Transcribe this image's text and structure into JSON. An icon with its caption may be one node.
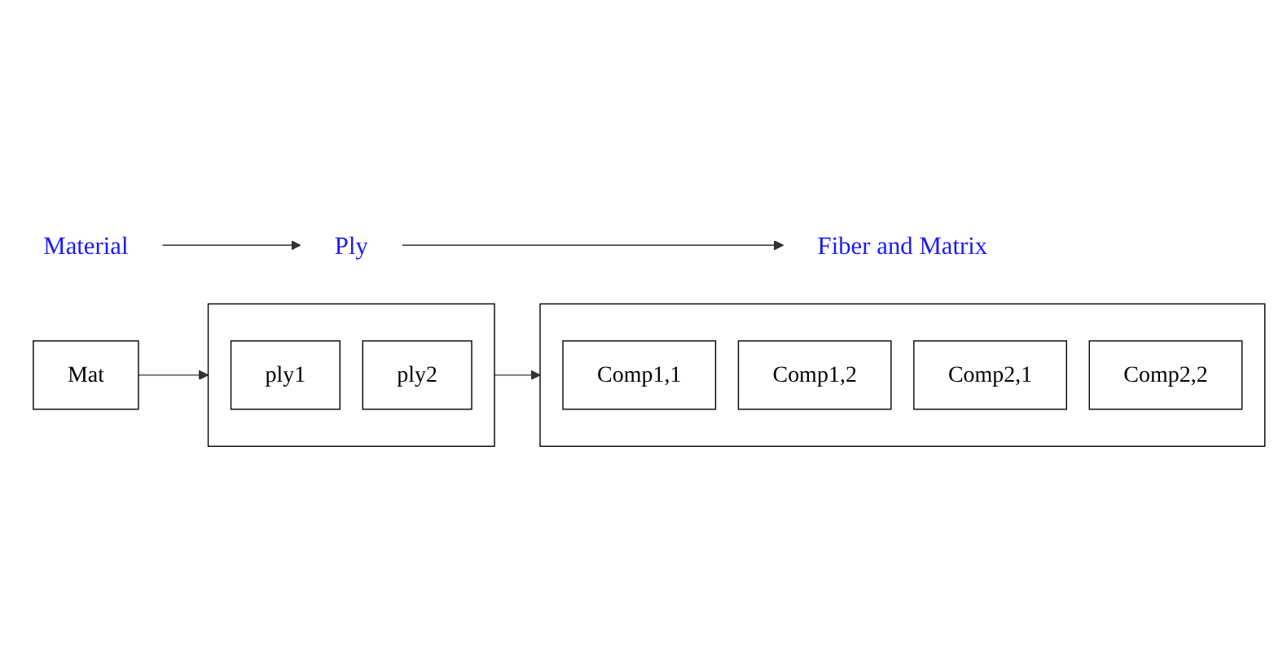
{
  "diagram": {
    "nodes": [
      {
        "text": [
          "Material"
        ]
      },
      {
        "text": [
          "Ply"
        ]
      },
      {
        "text": [
          "Fiber and Matrix"
        ]
      },
      {
        "text": [
          "Mat"
        ]
      },
      {
        "text": [],
        "shape": "box"
      },
      {
        "text": [
          "ply1"
        ],
        "in": 4
      },
      {
        "text": [
          "ply2"
        ],
        "in": 4
      },
      {
        "text": [],
        "shape": "box"
      },
      {
        "text": [
          "Comp1,1"
        ],
        "in": 7
      },
      {
        "text": [
          "Comp1,2"
        ],
        "in": 7
      },
      {
        "text": [
          "Comp2,1"
        ],
        "in": 7
      },
      {
        "text": [
          "Comp2,2"
        ],
        "in": 7
      }
    ],
    "edges": [
      {
        "from": 0,
        "to": 1,
        "arrow": "to"
      },
      {
        "from": 1,
        "to": 2,
        "arrow": "to"
      },
      {
        "from": 3,
        "to": 4,
        "arrow": "to"
      },
      {
        "from": 4,
        "to": 7,
        "arrow": "to"
      }
    ]
  }
}
